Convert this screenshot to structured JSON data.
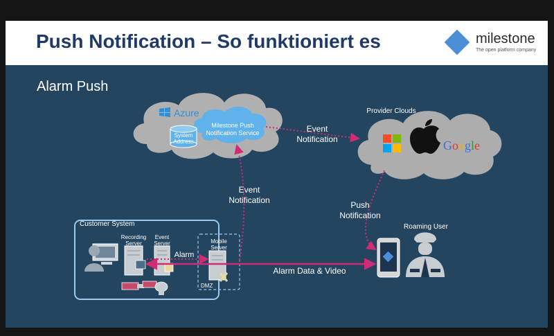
{
  "header": {
    "title": "Push Notification – So funktioniert es"
  },
  "logo": {
    "name": "milestone",
    "tagline": "The open platform company",
    "color": "#4d8fd6"
  },
  "section": {
    "title": "Alarm Push"
  },
  "azure_cloud": {
    "brand": "Azure",
    "service_label": "Milestone Push\nNotification Service",
    "db_label": "System\nAddress"
  },
  "provider_clouds": {
    "label": "Provider Clouds",
    "google": [
      "G",
      "o",
      "o",
      "g",
      "l",
      "e"
    ],
    "google_colors": [
      "#3b6fd8",
      "#d83b2e",
      "#f0b400",
      "#3b6fd8",
      "#2c9a40",
      "#d83b2e"
    ]
  },
  "customer_system": {
    "label": "Customer System",
    "recording_server": "Recording\nServer",
    "event_server": "Event\nServer",
    "mobile_server": "Mobile\nServer",
    "dmz": "DMZ"
  },
  "roaming_user": {
    "label": "Roaming User"
  },
  "flows": {
    "event_notification_upper": "Event\nNotification",
    "event_notification_lower": "Event\nNotification",
    "push_notification": "Push\nNotification",
    "alarm": "Alarm",
    "alarm_data_video": "Alarm Data & Video"
  },
  "colors": {
    "background": "#234560",
    "cloud_grey": "#aeaeae",
    "cloud_blue": "#5fb2ea",
    "arrow": "#d02c74",
    "customer_border": "#9ec9ef"
  }
}
